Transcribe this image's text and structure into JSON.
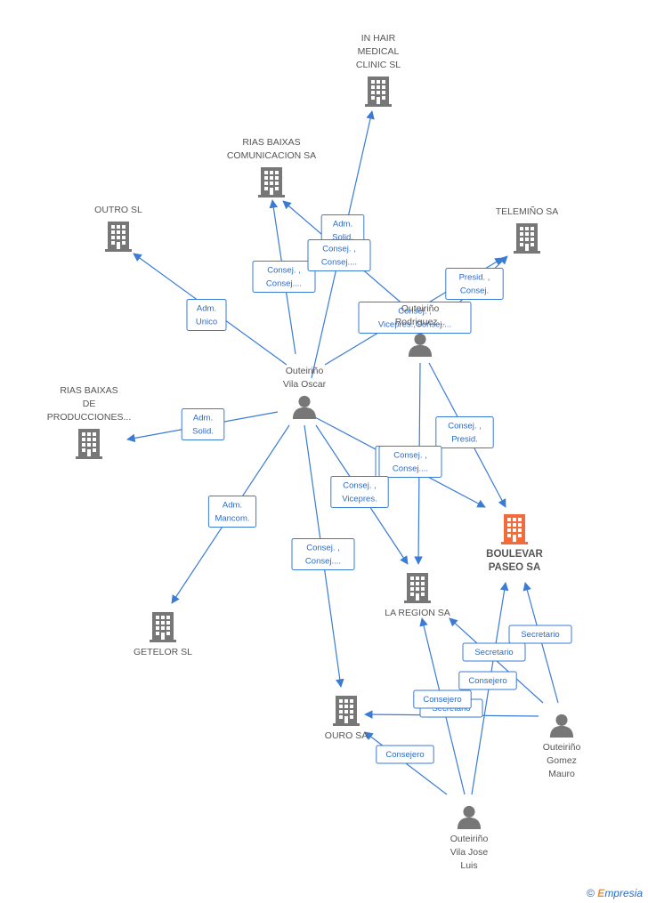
{
  "colors": {
    "edge": "#3a7bd5",
    "company": "#777777",
    "highlight": "#f26b3a",
    "person": "#777777"
  },
  "nodes": [
    {
      "id": "inhair",
      "type": "company",
      "label": [
        "IN HAIR",
        "MEDICAL",
        "CLINIC  SL"
      ]
    },
    {
      "id": "riasbc",
      "type": "company",
      "label": [
        "RIAS BAIXAS",
        "COMUNICACION SA"
      ]
    },
    {
      "id": "outro",
      "type": "company",
      "label": [
        "OUTRO SL"
      ]
    },
    {
      "id": "telemino",
      "type": "company",
      "label": [
        "TELEMIÑO SA"
      ]
    },
    {
      "id": "riasbp",
      "type": "company",
      "label": [
        "RIAS BAIXAS",
        "DE",
        "PRODUCCIONES..."
      ]
    },
    {
      "id": "boulevar",
      "type": "company",
      "highlight": true,
      "label": [
        "BOULEVAR",
        "PASEO SA"
      ]
    },
    {
      "id": "laregion",
      "type": "company",
      "label": [
        "LA REGION SA"
      ]
    },
    {
      "id": "getelor",
      "type": "company",
      "label": [
        "GETELOR SL"
      ]
    },
    {
      "id": "ouro",
      "type": "company",
      "label": [
        "OURO SA"
      ]
    },
    {
      "id": "oscar",
      "type": "person",
      "label": [
        "Outeiriño",
        "Vila Oscar"
      ]
    },
    {
      "id": "rodriguez",
      "type": "person",
      "label": [
        "Outeiriño",
        "Rodriguez..."
      ]
    },
    {
      "id": "mauro",
      "type": "person",
      "label": [
        "Outeiriño",
        "Gomez",
        "Mauro"
      ]
    },
    {
      "id": "jose",
      "type": "person",
      "label": [
        "Outeiriño",
        "Vila Jose",
        "Luis"
      ]
    }
  ],
  "edges": [
    {
      "from": "oscar",
      "to": "inhair",
      "label": [
        "Adm.",
        "Solid."
      ]
    },
    {
      "from": "oscar",
      "to": "riasbc",
      "label": [
        "Consej. ,",
        "Consej...."
      ]
    },
    {
      "from": "rodriguez",
      "to": "riasbc",
      "label": [
        "Consej. ,",
        "Consej...."
      ]
    },
    {
      "from": "oscar",
      "to": "outro",
      "label": [
        "Adm.",
        "Unico"
      ]
    },
    {
      "from": "rodriguez",
      "to": "telemino",
      "label": [
        "Presid. ,",
        "Consej."
      ]
    },
    {
      "from": "oscar",
      "to": "telemino",
      "label": [
        "Consej. ,",
        "Vicepres.,Consej...."
      ]
    },
    {
      "from": "oscar",
      "to": "riasbp",
      "label": [
        "Adm.",
        "Solid."
      ]
    },
    {
      "from": "rodriguez",
      "to": "boulevar",
      "label": [
        "Consej. ,",
        "Presid."
      ]
    },
    {
      "from": "oscar",
      "to": "boulevar",
      "label": [
        "Consej. ,",
        "Consej...."
      ]
    },
    {
      "from": "rodriguez",
      "to": "laregion",
      "label": [
        "Consej. ,",
        "Consej...."
      ]
    },
    {
      "from": "oscar",
      "to": "laregion",
      "label": [
        "Consej. ,",
        "Vicepres."
      ]
    },
    {
      "from": "oscar",
      "to": "getelor",
      "label": [
        "Adm.",
        "Mancom."
      ]
    },
    {
      "from": "oscar",
      "to": "ouro",
      "label": [
        "Consej. ,",
        "Consej...."
      ]
    },
    {
      "from": "mauro",
      "to": "boulevar",
      "label": [
        "Secretario"
      ]
    },
    {
      "from": "mauro",
      "to": "laregion",
      "label": [
        "Secretario"
      ]
    },
    {
      "from": "mauro",
      "to": "ouro",
      "label": [
        "Secretario"
      ]
    },
    {
      "from": "jose",
      "to": "boulevar",
      "label": [
        "Consejero"
      ]
    },
    {
      "from": "jose",
      "to": "laregion",
      "label": [
        "Consejero"
      ]
    },
    {
      "from": "jose",
      "to": "ouro",
      "label": [
        "Consejero"
      ]
    }
  ],
  "footer": {
    "copyright": "©",
    "brand_first": "E",
    "brand_rest": "mpresia"
  }
}
